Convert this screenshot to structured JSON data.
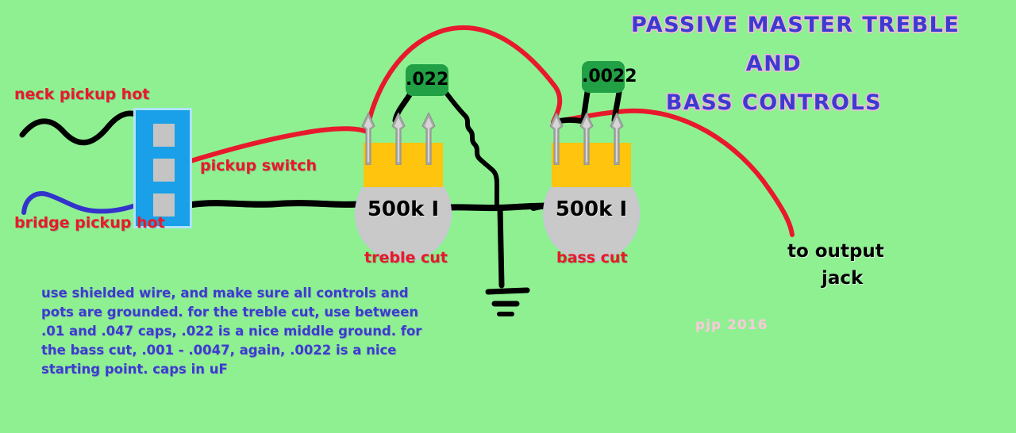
{
  "title": {
    "line1": "PASSIVE MASTER TREBLE",
    "line2": "AND",
    "line3": "BASS CONTROLS",
    "color": "#3b3bd0",
    "outline_color": "#f7b9d8"
  },
  "background_color": "#8ff092",
  "labels": {
    "neck_pickup_hot": "neck pickup hot",
    "bridge_pickup_hot": "bridge pickup hot",
    "pickup_switch": "pickup switch",
    "treble_cut": "treble cut",
    "bass_cut": "bass cut",
    "to_output_jack_line1": "to output",
    "to_output_jack_line2": "jack",
    "label_red_color": "#e8192c",
    "label_black_color": "#000000"
  },
  "components": {
    "switch": {
      "name": "pickup switch",
      "body_color": "#19a0e8",
      "border_color": "#aee4fb",
      "lug_color": "#c4c4c4",
      "lug_count": 3
    },
    "treble_pot": {
      "value": "500k I",
      "label": "treble cut",
      "body_color": "#c9c9c9",
      "plate_color": "#ffc40d",
      "lug_count": 3
    },
    "bass_pot": {
      "value": "500k I",
      "label": "bass cut",
      "body_color": "#c9c9c9",
      "plate_color": "#ffc40d",
      "lug_count": 3
    },
    "treble_cap": {
      "value": ".022",
      "color": "#21a045"
    },
    "bass_cap": {
      "value": ".0022",
      "color": "#21a045"
    }
  },
  "wires": {
    "neck_hot_color": "#000000",
    "bridge_hot_color": "#3333cc",
    "signal_color": "#e8192c",
    "ground_color": "#000000"
  },
  "note": "use shielded wire, and make sure all controls and pots are grounded. for the treble cut, use between .01 and .047 caps, .022 is a nice middle ground. for the bass cut, .001 - .0047, again, .0022 is a nice starting point. caps in uF",
  "watermark": "pjp 2016"
}
